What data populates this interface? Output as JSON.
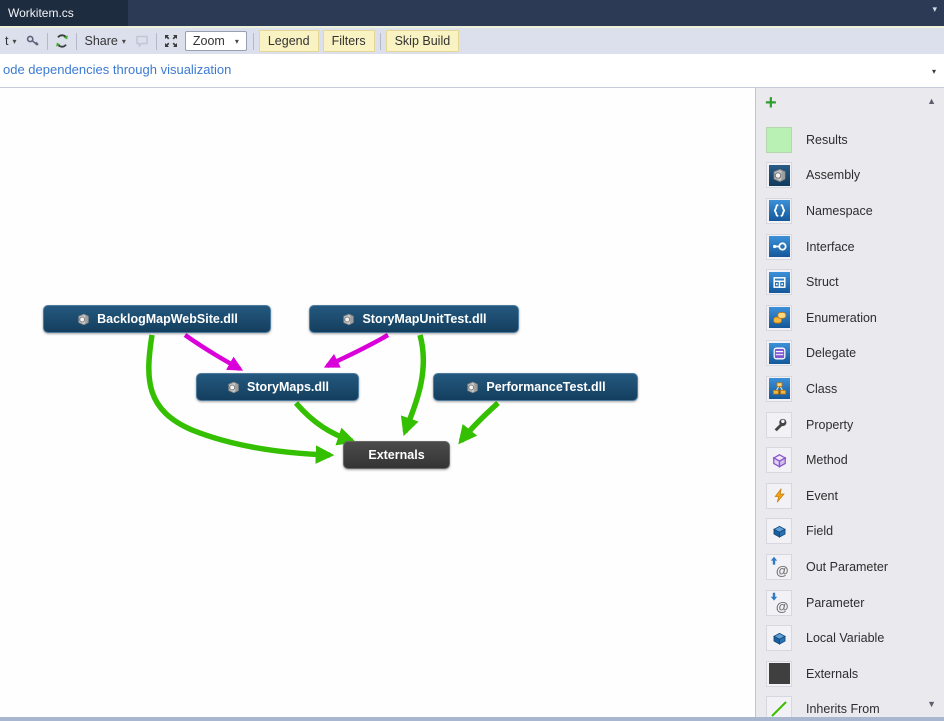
{
  "tab": {
    "title": "Workitem.cs"
  },
  "toolbar": {
    "truncated_button_label": "t",
    "share_label": "Share",
    "zoom_label": "Zoom",
    "legend_label": "Legend",
    "filters_label": "Filters",
    "skip_build_label": "Skip Build",
    "icons": [
      "key-icon",
      "refresh-icon",
      "comment-icon-disabled",
      "fit-to-screen-icon"
    ]
  },
  "infobar": {
    "link_text": "ode dependencies through visualization"
  },
  "graph": {
    "nodes": [
      {
        "id": "backlog",
        "label": "BacklogMapWebSite.dll",
        "type": "assembly"
      },
      {
        "id": "unittest",
        "label": "StoryMapUnitTest.dll",
        "type": "assembly"
      },
      {
        "id": "storymaps",
        "label": "StoryMaps.dll",
        "type": "assembly"
      },
      {
        "id": "perftest",
        "label": "PerformanceTest.dll",
        "type": "assembly"
      },
      {
        "id": "externals",
        "label": "Externals",
        "type": "externals"
      }
    ],
    "edges": [
      {
        "from": "BacklogMapWebSite.dll",
        "to": "StoryMaps.dll",
        "color": "magenta"
      },
      {
        "from": "StoryMapUnitTest.dll",
        "to": "StoryMaps.dll",
        "color": "magenta"
      },
      {
        "from": "BacklogMapWebSite.dll",
        "to": "Externals",
        "color": "green"
      },
      {
        "from": "StoryMapUnitTest.dll",
        "to": "Externals",
        "color": "green"
      },
      {
        "from": "StoryMaps.dll",
        "to": "Externals",
        "color": "green"
      },
      {
        "from": "PerformanceTest.dll",
        "to": "Externals",
        "color": "green"
      }
    ]
  },
  "legend": {
    "items": [
      {
        "label": "Results",
        "icon": "results-swatch"
      },
      {
        "label": "Assembly",
        "icon": "assembly-icon"
      },
      {
        "label": "Namespace",
        "icon": "namespace-icon"
      },
      {
        "label": "Interface",
        "icon": "interface-icon"
      },
      {
        "label": "Struct",
        "icon": "struct-icon"
      },
      {
        "label": "Enumeration",
        "icon": "enumeration-icon"
      },
      {
        "label": "Delegate",
        "icon": "delegate-icon"
      },
      {
        "label": "Class",
        "icon": "class-icon"
      },
      {
        "label": "Property",
        "icon": "property-icon"
      },
      {
        "label": "Method",
        "icon": "method-icon"
      },
      {
        "label": "Event",
        "icon": "event-icon"
      },
      {
        "label": "Field",
        "icon": "field-icon"
      },
      {
        "label": "Out Parameter",
        "icon": "out-parameter-icon",
        "glyph": "@"
      },
      {
        "label": "Parameter",
        "icon": "parameter-icon",
        "glyph": "@"
      },
      {
        "label": "Local Variable",
        "icon": "local-variable-icon"
      },
      {
        "label": "Externals",
        "icon": "externals-swatch"
      },
      {
        "label": "Inherits From",
        "icon": "inherits-from-icon"
      }
    ]
  },
  "colors": {
    "edge_green": "#34c000",
    "edge_magenta": "#da00da",
    "node_blue": "#17466b",
    "externals_gray": "#3f3f3f",
    "results_green": "#b9f0b4",
    "link_blue": "#3c7bd2",
    "button_yellow": "#f9f2c2"
  }
}
